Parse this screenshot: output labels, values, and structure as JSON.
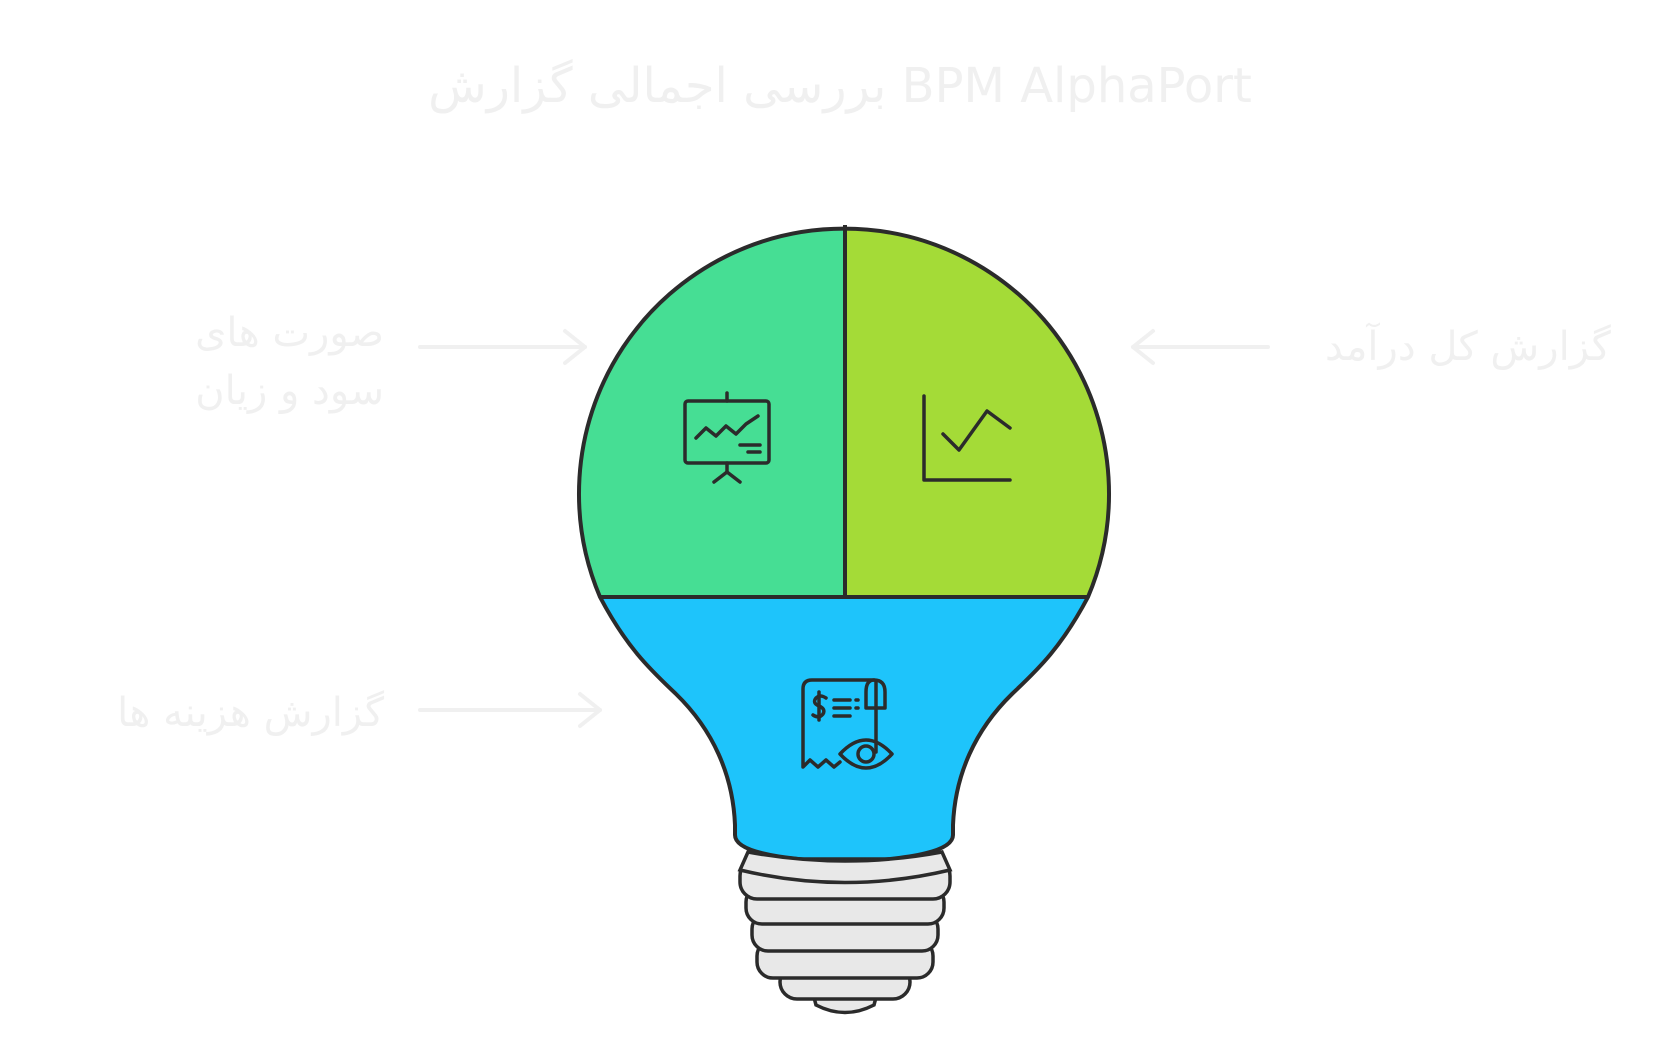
{
  "title": "بررسی اجمالی گزارش BPM AlphaPort",
  "sections": {
    "profit_loss": {
      "line1": "صورت های",
      "line2": "سود و زیان",
      "color": "#46de94"
    },
    "total_revenue": {
      "label": "گزارش کل درآمد",
      "color": "#a4db37"
    },
    "costs": {
      "label": "گزارش هزینه ها",
      "color": "#1ec4fb"
    }
  },
  "colors": {
    "outline": "#2b2b2b",
    "base": "#e8e8e8",
    "label_text": "#f0f0f0"
  },
  "icons": {
    "profit_loss": "presentation-board-chart-icon",
    "total_revenue": "line-chart-icon",
    "costs": "receipt-eye-icon"
  }
}
